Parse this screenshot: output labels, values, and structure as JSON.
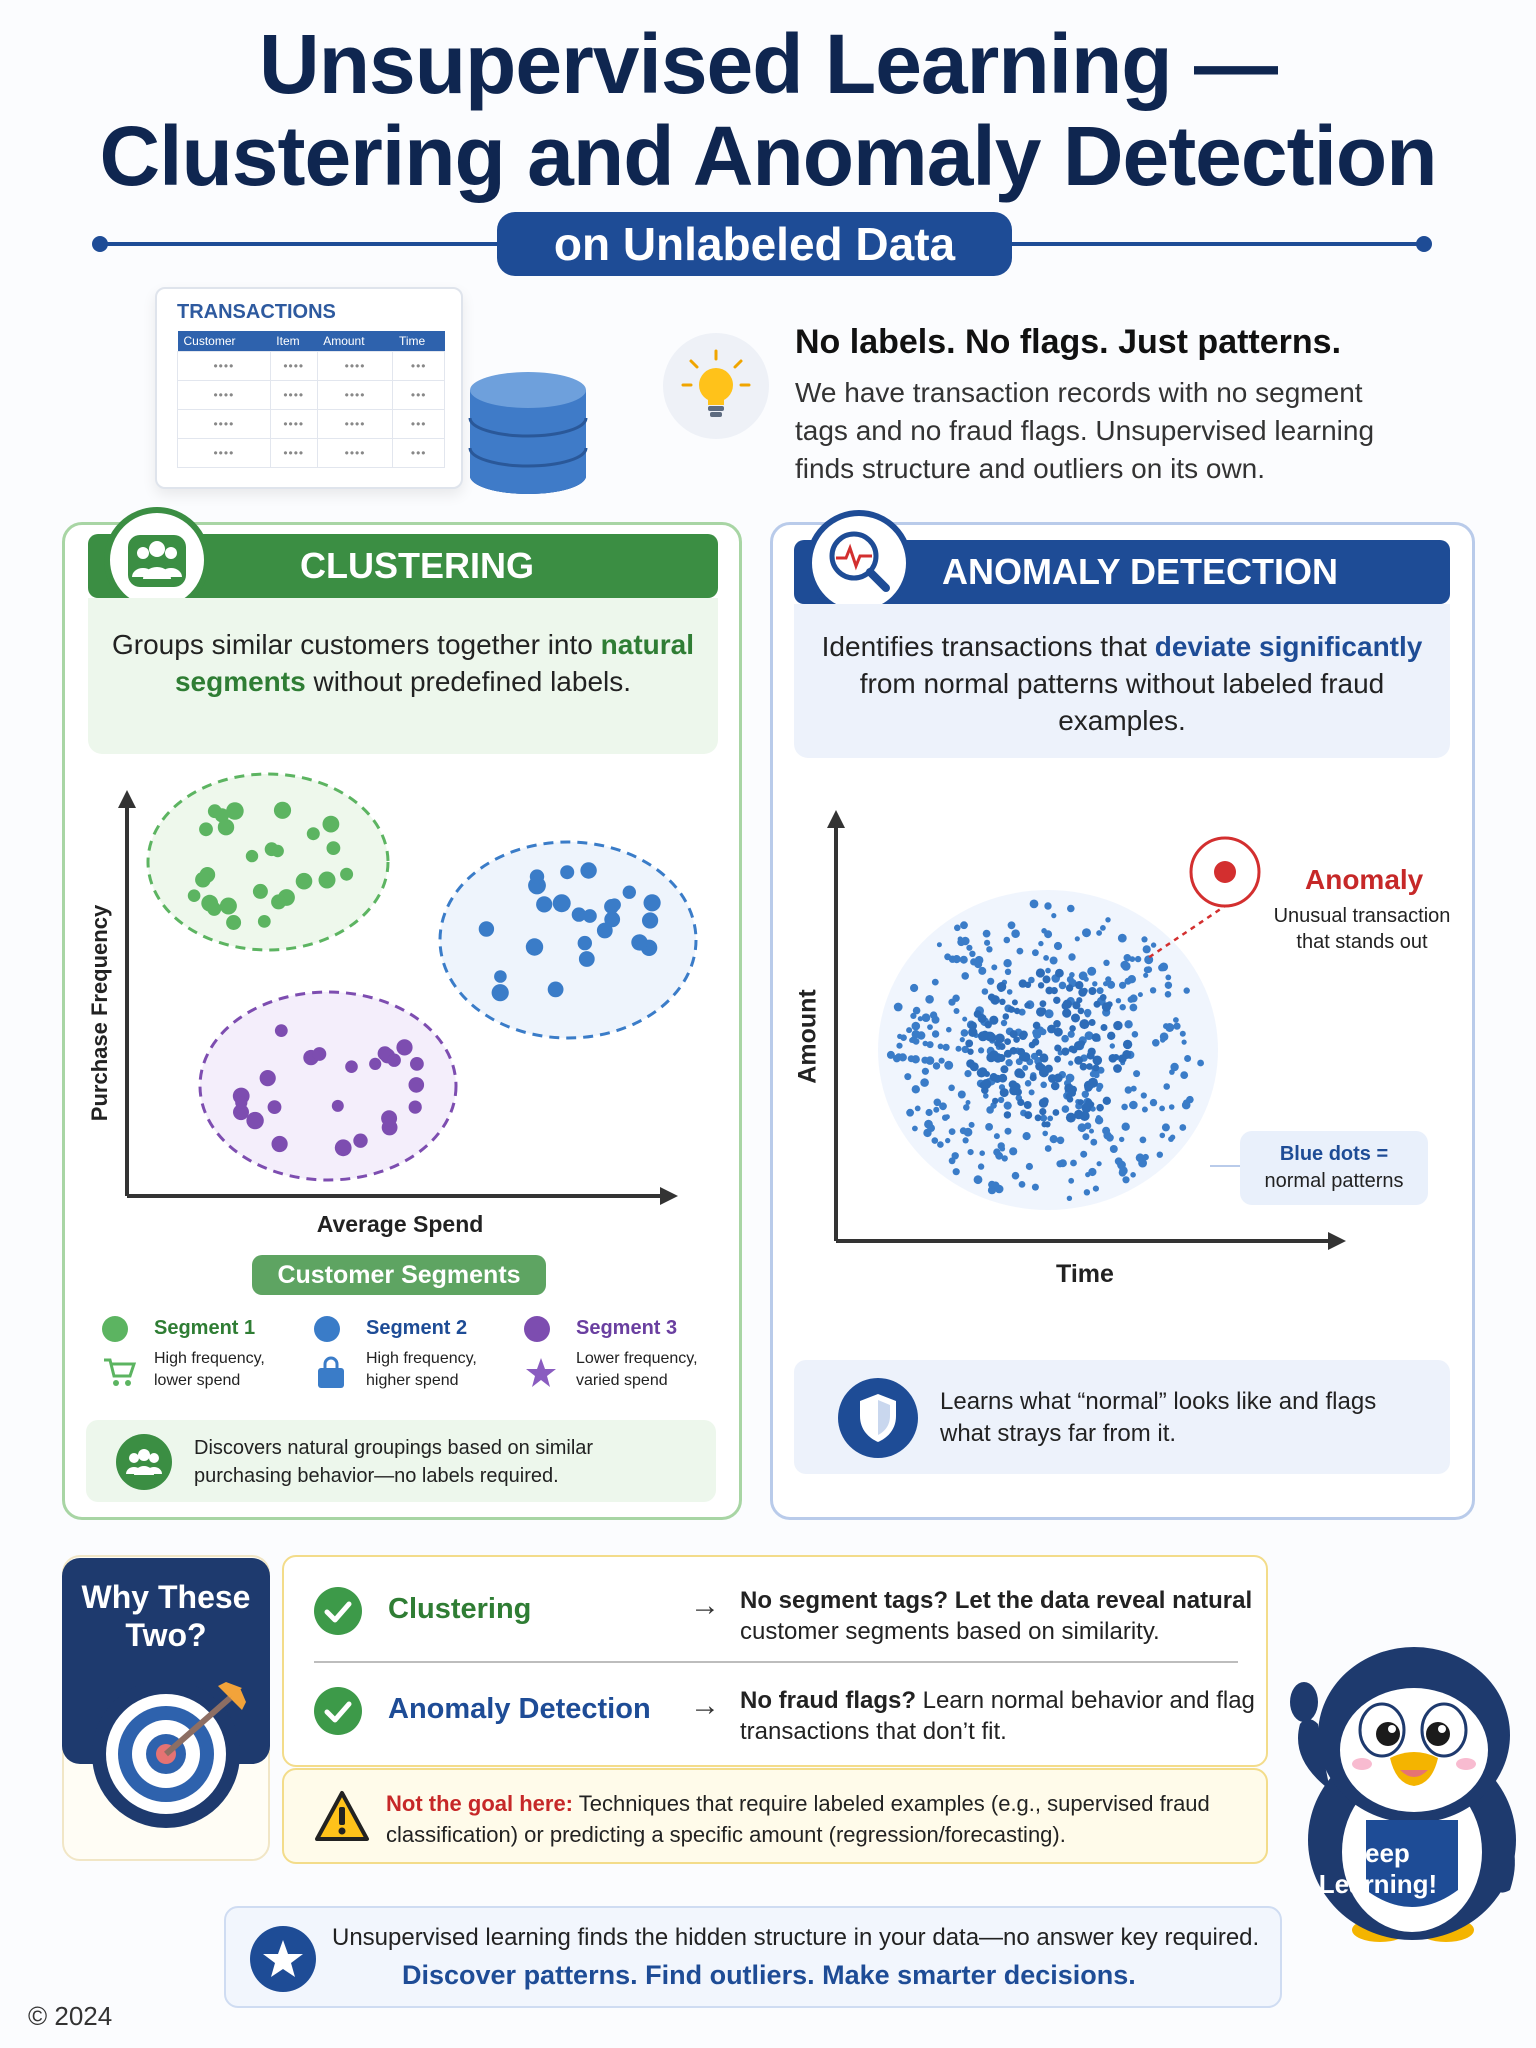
{
  "title": {
    "line1": "Unsupervised Learning —",
    "line2": "Clustering and Anomaly Detection",
    "subtitle": "on Unlabeled Data"
  },
  "transactions": {
    "title": "TRANSACTIONS",
    "columns": [
      "Customer",
      "Item",
      "Amount",
      "Time"
    ],
    "rows": [
      [
        "••••",
        "••••",
        "••••",
        "•••"
      ],
      [
        "••••",
        "••••",
        "••••",
        "•••"
      ],
      [
        "••••",
        "••••",
        "••••",
        "•••"
      ],
      [
        "••••",
        "••••",
        "••••",
        "•••"
      ]
    ]
  },
  "intro": {
    "heading": "No labels. No flags. Just patterns.",
    "body": "We have transaction records with no segment tags and no fraud flags. Unsupervised learning finds structure and outliers on its own."
  },
  "clustering": {
    "header": "CLUSTERING",
    "desc_pre": "Groups similar customers together into ",
    "desc_highlight": "natural segments",
    "desc_post": " without predefined labels.",
    "y_axis": "Purchase Frequency",
    "x_axis": "Average Spend",
    "segments_title": "Customer Segments",
    "segments": [
      {
        "name": "Segment 1",
        "desc1": "High frequency,",
        "desc2": "lower spend",
        "color": "#5cb461",
        "icon": "cart-icon"
      },
      {
        "name": "Segment 2",
        "desc1": "High frequency,",
        "desc2": "higher spend",
        "color": "#3a7cc8",
        "icon": "bag-icon"
      },
      {
        "name": "Segment 3",
        "desc1": "Lower frequency,",
        "desc2": "varied spend",
        "color": "#7d4db0",
        "icon": "star-icon"
      }
    ],
    "footnote": "Discovers natural groupings based on similar purchasing behavior—no labels required."
  },
  "anomaly": {
    "header": "ANOMALY DETECTION",
    "desc_pre": "Identifies transactions that ",
    "desc_highlight": "deviate significantly",
    "desc_post": " from normal patterns without labeled fraud examples.",
    "y_axis": "Amount",
    "x_axis": "Time",
    "anomaly_label": "Anomaly",
    "anomaly_desc": "Unusual transaction that stands out",
    "legend_bold": "Blue dots =",
    "legend_text": "normal patterns",
    "footnote": "Learns what “normal” looks like and flags what strays far from it."
  },
  "why": {
    "title": "Why These Two?",
    "rows": [
      {
        "label": "Clustering",
        "bold": "No segment tags? Let the data reveal natural",
        "text": "customer segments based on similarity.",
        "label_color": "#2f7d34"
      },
      {
        "label": "Anomaly Detection",
        "bold": "No fraud flags?",
        "text": " Learn normal behavior and flag transactions that don’t fit.",
        "label_color": "#1e4c96"
      }
    ],
    "arrow": "→",
    "warning_bold": "Not the goal here:",
    "warning_text": " Techniques that require labeled examples (e.g., supervised fraud classification) or predicting a specific amount (regression/forecasting)."
  },
  "bottom": {
    "line1": "Unsupervised learning finds the hidden structure in your data—no answer key required.",
    "line2": "Discover patterns. Find outliers. Make smarter decisions."
  },
  "mascot": {
    "badge": "Keep Learning!"
  },
  "copyright": "© 2024"
}
